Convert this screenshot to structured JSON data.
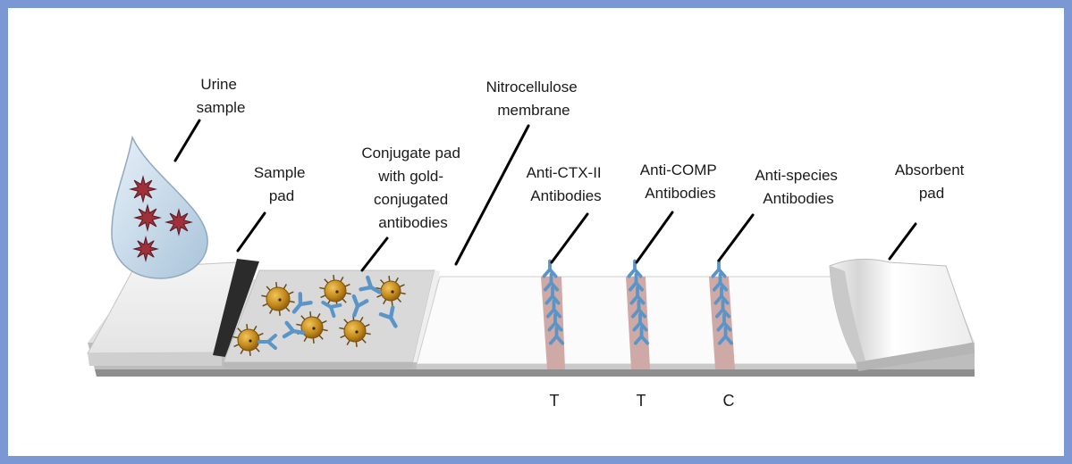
{
  "labels": {
    "urine_sample": [
      "Urine",
      "sample"
    ],
    "sample_pad": [
      "Sample",
      "pad"
    ],
    "conjugate_pad": [
      "Conjugate pad",
      "with gold-",
      "conjugated",
      "antibodies"
    ],
    "nitrocellulose": [
      "Nitrocellulose",
      "membrane"
    ],
    "anti_ctx": [
      "Anti-CTX-II",
      "Antibodies"
    ],
    "anti_comp": [
      "Anti-COMP",
      "Antibodies"
    ],
    "anti_species": [
      "Anti-species",
      "Antibodies"
    ],
    "absorbent_pad": [
      "Absorbent",
      "pad"
    ]
  },
  "line_marks": [
    "T",
    "T",
    "C"
  ],
  "colors": {
    "frame": "#7b97d4",
    "droplet": "#c9dcec",
    "gold_particle": "#c8921e",
    "antibody": "#5b95c8",
    "analyte": "#a0303a",
    "test_band": "#cfa9a5"
  }
}
